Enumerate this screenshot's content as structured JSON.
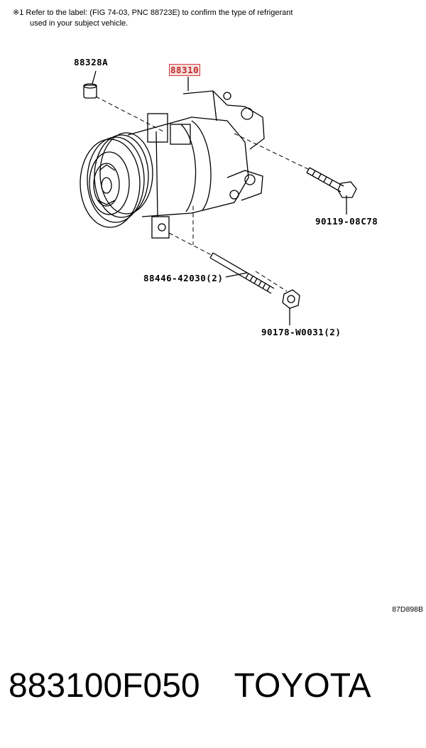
{
  "note": {
    "line1": "※1 Refer to the label: (FIG 74-03, PNC 88723E) to confirm the type of refrigerant",
    "line2": "used in your subject vehicle."
  },
  "callouts": {
    "c1": "88328A",
    "c2": "88310",
    "c3": "90119-08C78",
    "c4": "88446-42030(2)",
    "c5": "90178-W0031(2)"
  },
  "diagram_code": "87D898B",
  "footer": {
    "part_number": "883100F050",
    "brand": "TOYOTA"
  }
}
